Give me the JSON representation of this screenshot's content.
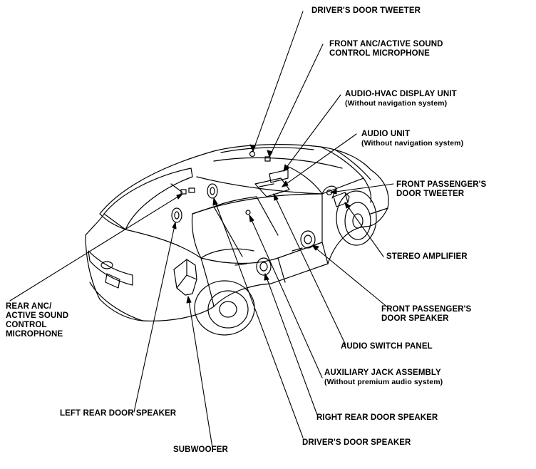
{
  "labels": {
    "drivers_door_tweeter": {
      "text": "DRIVER'S DOOR TWEETER"
    },
    "front_anc_mic": {
      "line1": "FRONT ANC/ACTIVE SOUND",
      "line2": "CONTROL MICROPHONE"
    },
    "audio_hvac_display": {
      "text": "AUDIO-HVAC DISPLAY UNIT",
      "note": "(Without navigation system)"
    },
    "audio_unit": {
      "text": "AUDIO UNIT",
      "note": "(Without navigation system)"
    },
    "front_passenger_tweeter": {
      "line1": "FRONT PASSENGER'S",
      "line2": "DOOR TWEETER"
    },
    "stereo_amplifier": {
      "text": "STEREO AMPLIFIER"
    },
    "front_passenger_speaker": {
      "line1": "FRONT PASSENGER'S",
      "line2": "DOOR SPEAKER"
    },
    "audio_switch_panel": {
      "text": "AUDIO SWITCH PANEL"
    },
    "auxiliary_jack": {
      "text": "AUXILIARY JACK ASSEMBLY",
      "note": "(Without premium audio system)"
    },
    "right_rear_speaker": {
      "text": "RIGHT REAR DOOR SPEAKER"
    },
    "drivers_door_speaker": {
      "text": "DRIVER'S DOOR SPEAKER"
    },
    "subwoofer": {
      "text": "SUBWOOFER"
    },
    "left_rear_speaker": {
      "text": "LEFT REAR DOOR SPEAKER"
    },
    "rear_anc_mic": {
      "line1": "REAR ANC/",
      "line2": "ACTIVE SOUND",
      "line3": "CONTROL",
      "line4": "MICROPHONE"
    }
  },
  "colors": {
    "line": "#000000",
    "background": "#ffffff"
  }
}
